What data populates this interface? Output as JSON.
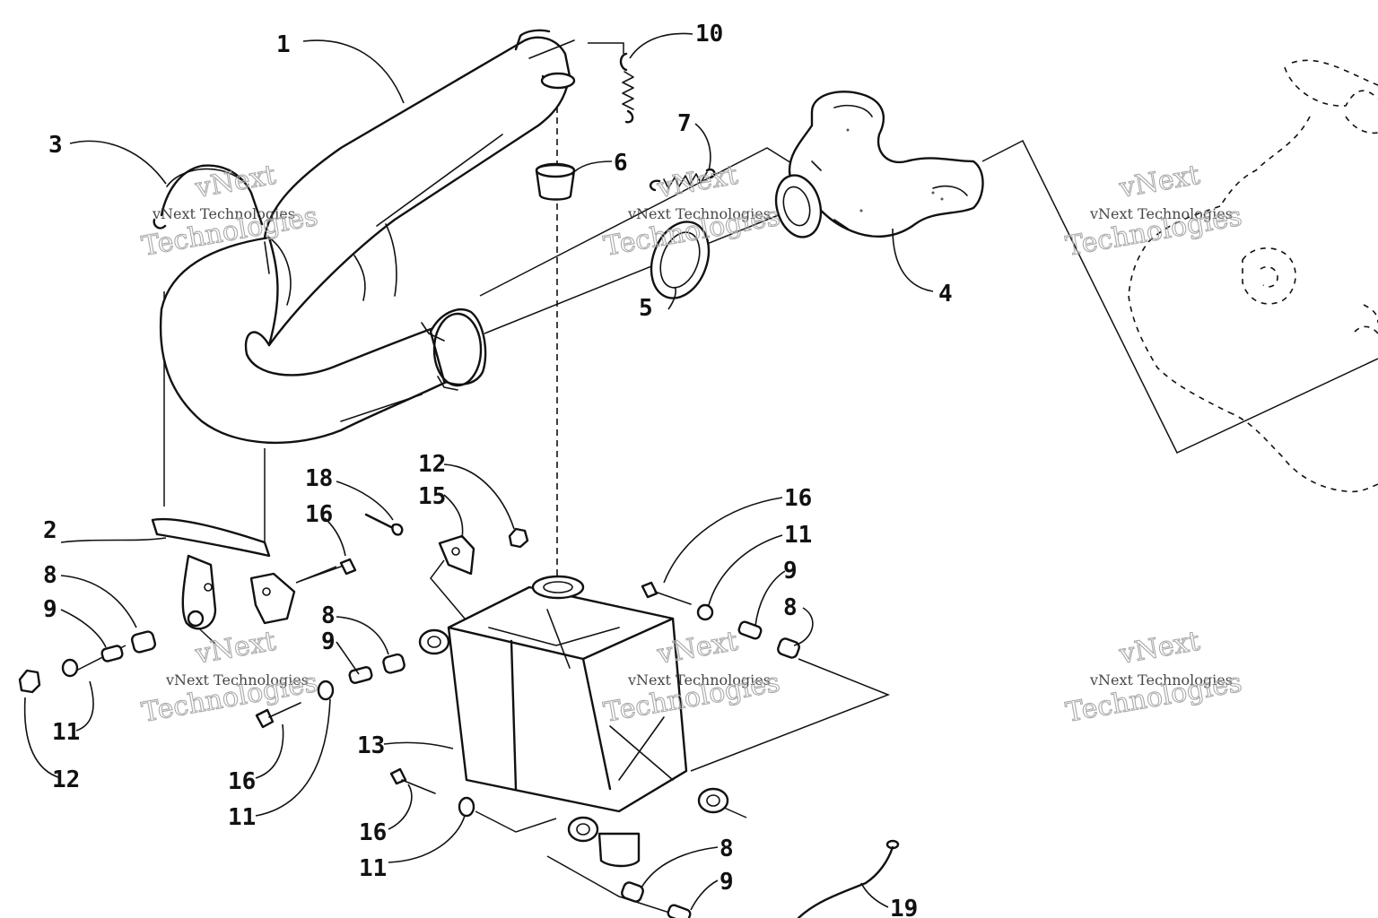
{
  "watermark": {
    "line1": "vNext",
    "line2": "vNext Technologies",
    "line3": "Technologies"
  },
  "callouts": [
    {
      "id": "c1",
      "label": "1"
    },
    {
      "id": "c2",
      "label": "2"
    },
    {
      "id": "c3",
      "label": "3"
    },
    {
      "id": "c4",
      "label": "4"
    },
    {
      "id": "c5",
      "label": "5"
    },
    {
      "id": "c6",
      "label": "6"
    },
    {
      "id": "c7",
      "label": "7"
    },
    {
      "id": "c8a",
      "label": "8"
    },
    {
      "id": "c8b",
      "label": "8"
    },
    {
      "id": "c8c",
      "label": "8"
    },
    {
      "id": "c8d",
      "label": "8"
    },
    {
      "id": "c9a",
      "label": "9"
    },
    {
      "id": "c9b",
      "label": "9"
    },
    {
      "id": "c9c",
      "label": "9"
    },
    {
      "id": "c9d",
      "label": "9"
    },
    {
      "id": "c10",
      "label": "10"
    },
    {
      "id": "c11a",
      "label": "11"
    },
    {
      "id": "c11b",
      "label": "11"
    },
    {
      "id": "c11c",
      "label": "11"
    },
    {
      "id": "c11d",
      "label": "11"
    },
    {
      "id": "c12a",
      "label": "12"
    },
    {
      "id": "c12b",
      "label": "12"
    },
    {
      "id": "c13",
      "label": "13"
    },
    {
      "id": "c15",
      "label": "15"
    },
    {
      "id": "c16a",
      "label": "16"
    },
    {
      "id": "c16b",
      "label": "16"
    },
    {
      "id": "c16c",
      "label": "16"
    },
    {
      "id": "c16d",
      "label": "16"
    },
    {
      "id": "c18",
      "label": "18"
    },
    {
      "id": "c19",
      "label": "19"
    }
  ]
}
